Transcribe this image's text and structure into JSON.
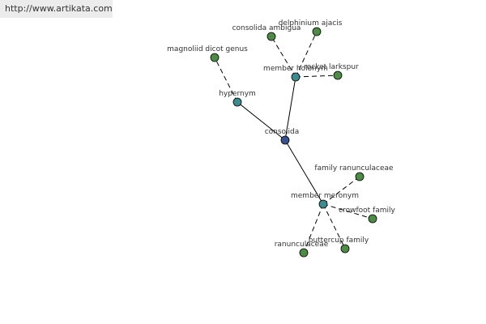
{
  "watermark": {
    "text": "http://www.artikata.com"
  },
  "colors": {
    "root": "#3a4f8c",
    "relation": "#3f8a8f",
    "leaf": "#4f8a48",
    "edge": "#000000"
  },
  "nodes": [
    {
      "id": "consolida",
      "label": "consolida",
      "kind": "root"
    },
    {
      "id": "hypernym",
      "label": "hypernym",
      "kind": "relation"
    },
    {
      "id": "member_holonym",
      "label": "member holonym",
      "kind": "relation"
    },
    {
      "id": "member_meronym",
      "label": "member meronym",
      "kind": "relation"
    },
    {
      "id": "magnoliid_dicot_genus",
      "label": "magnoliid dicot genus",
      "kind": "leaf"
    },
    {
      "id": "consolida_ambigua",
      "label": "consolida ambigua",
      "kind": "leaf"
    },
    {
      "id": "delphinium_ajacis",
      "label": "delphinium ajacis",
      "kind": "leaf"
    },
    {
      "id": "rocket_larkspur",
      "label": "rocket larkspur",
      "kind": "leaf"
    },
    {
      "id": "family_ranunculaceae",
      "label": "family ranunculaceae",
      "kind": "leaf"
    },
    {
      "id": "crowfoot_family",
      "label": "crowfoot family",
      "kind": "leaf"
    },
    {
      "id": "buttercup_family",
      "label": "buttercup family",
      "kind": "leaf"
    },
    {
      "id": "ranunculaceae",
      "label": "ranunculaceae",
      "kind": "leaf"
    }
  ],
  "edges": [
    {
      "from": "consolida",
      "to": "hypernym",
      "style": "solid"
    },
    {
      "from": "consolida",
      "to": "member_holonym",
      "style": "solid"
    },
    {
      "from": "consolida",
      "to": "member_meronym",
      "style": "solid"
    },
    {
      "from": "hypernym",
      "to": "magnoliid_dicot_genus",
      "style": "dashed"
    },
    {
      "from": "member_holonym",
      "to": "consolida_ambigua",
      "style": "dashed"
    },
    {
      "from": "member_holonym",
      "to": "delphinium_ajacis",
      "style": "dashed"
    },
    {
      "from": "member_holonym",
      "to": "rocket_larkspur",
      "style": "dashed"
    },
    {
      "from": "member_meronym",
      "to": "family_ranunculaceae",
      "style": "dashed"
    },
    {
      "from": "member_meronym",
      "to": "crowfoot_family",
      "style": "dashed"
    },
    {
      "from": "member_meronym",
      "to": "buttercup_family",
      "style": "dashed"
    },
    {
      "from": "member_meronym",
      "to": "ranunculaceae",
      "style": "dashed"
    }
  ]
}
